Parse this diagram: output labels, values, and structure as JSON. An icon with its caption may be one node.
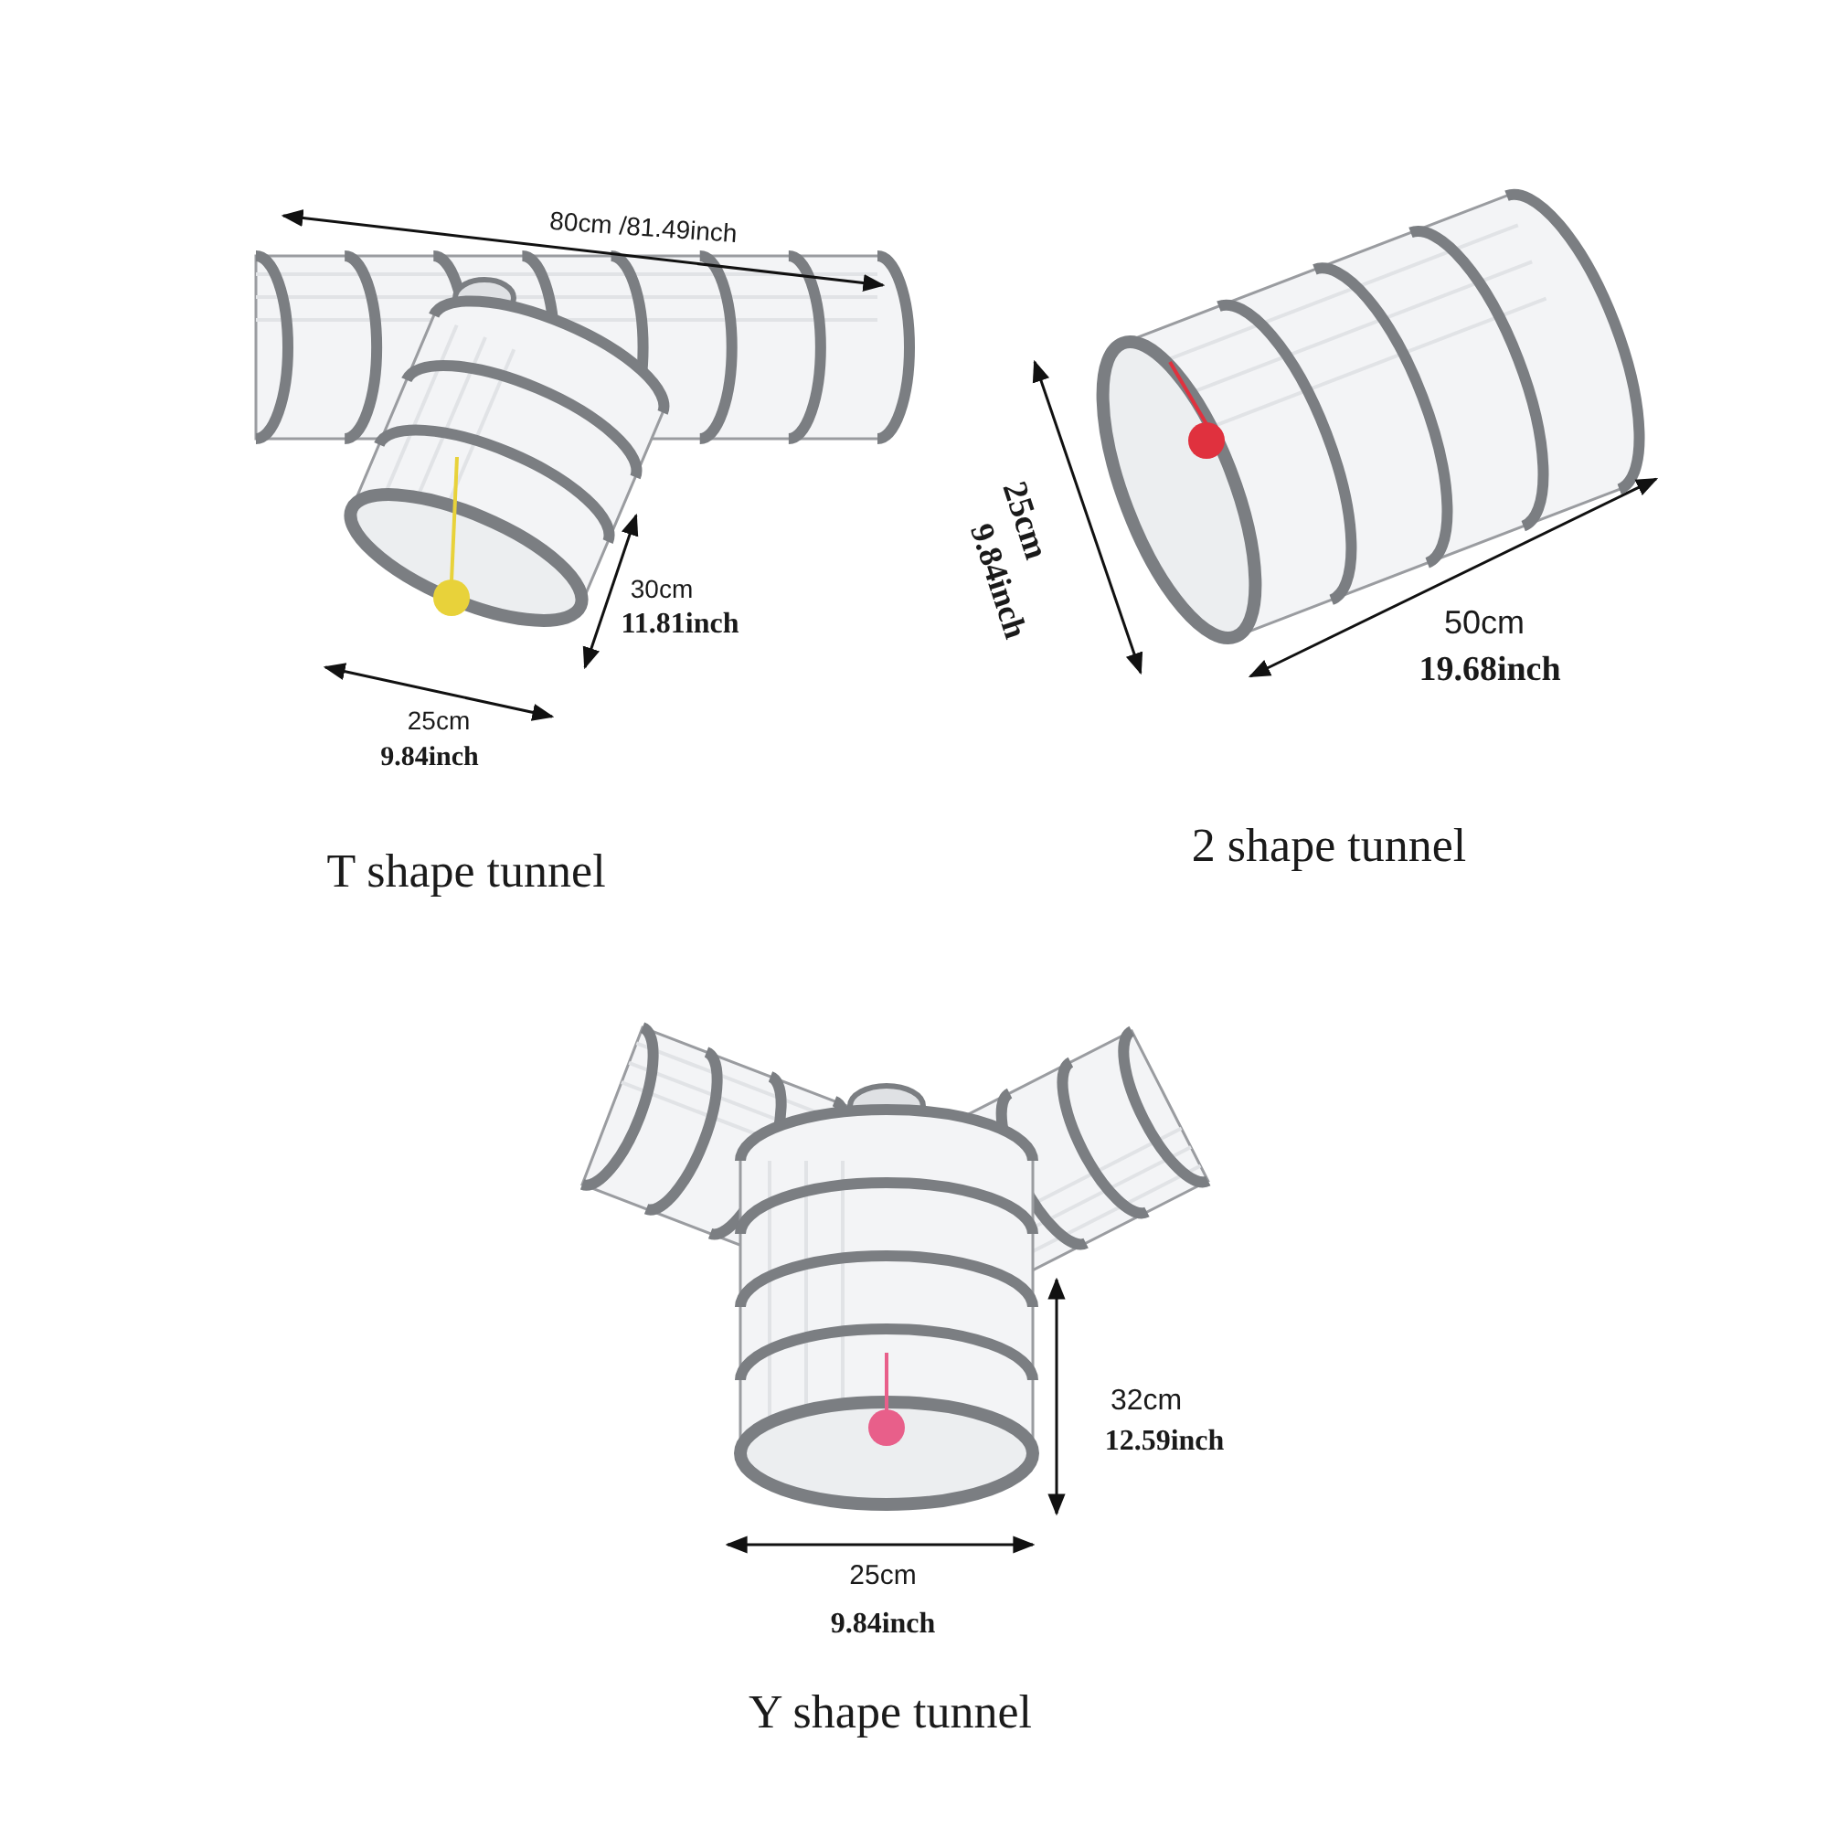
{
  "diagram": {
    "labels": [
      "80cm /81.49inch",
      "25cm",
      "9.84inch",
      "30cm",
      "11.81inch",
      "50cm",
      "19.68inch",
      "25cm",
      "9.84inch",
      "2 shape tunnel",
      "T shape tunnel",
      "32cm",
      "12.59inch",
      "25cm",
      "9.84inch",
      "Y shape tunnel"
    ]
  }
}
